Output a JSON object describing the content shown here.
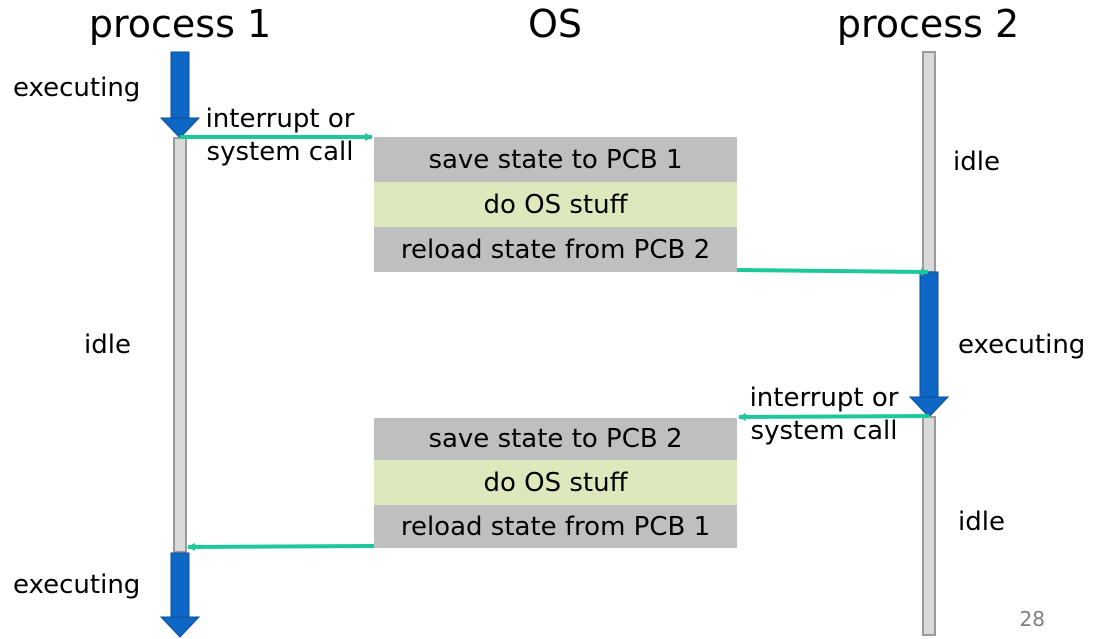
{
  "headers": {
    "process1": "process 1",
    "os": "OS",
    "process2": "process 2"
  },
  "process1": {
    "executing_top": "executing",
    "idle": "idle",
    "executing_bottom": "executing"
  },
  "process2": {
    "idle_top": "idle",
    "executing": "executing",
    "idle_bottom": "idle"
  },
  "transitions": {
    "first": {
      "line1": "interrupt or",
      "line2": "system call"
    },
    "second": {
      "line1": "interrupt or",
      "line2": "system call"
    }
  },
  "os_block_1": [
    {
      "text": "save state to PCB 1",
      "kind": "gray"
    },
    {
      "text": "do OS stuff",
      "kind": "green"
    },
    {
      "text": "reload state from PCB 2",
      "kind": "gray"
    }
  ],
  "os_block_2": [
    {
      "text": "save state to PCB 2",
      "kind": "gray"
    },
    {
      "text": "do OS stuff",
      "kind": "green"
    },
    {
      "text": "reload state from PCB 1",
      "kind": "gray"
    }
  ],
  "page_number": "28",
  "colors": {
    "executing": "#0f67c5",
    "idle": "#d9d9d9",
    "arrow": "#1ec89a",
    "gray_box": "#bfbfbf",
    "green_box": "#dde8bd"
  }
}
